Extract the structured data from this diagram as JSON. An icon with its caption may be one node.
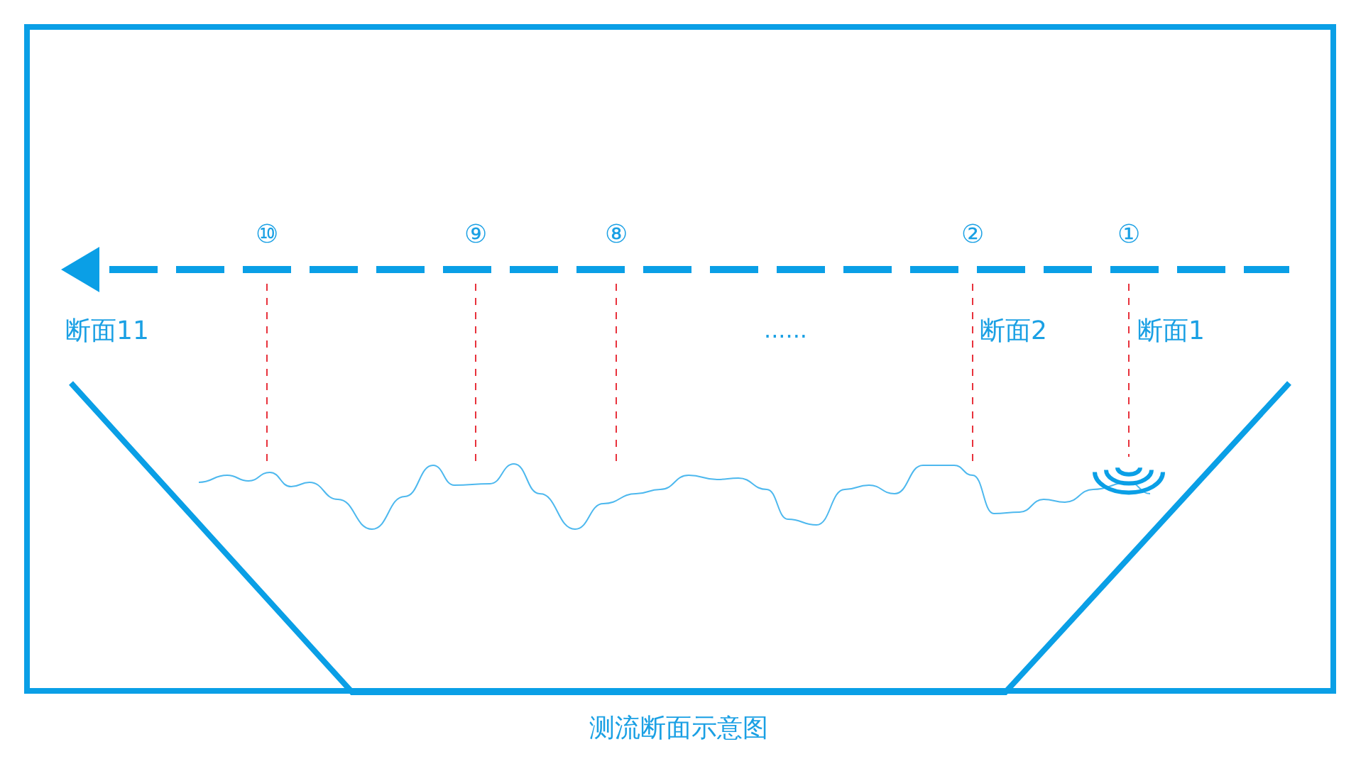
{
  "diagram": {
    "caption": "测流断面示意图",
    "labels": [
      "⑩",
      "⑨",
      "⑧",
      "②",
      "①",
      "断面11",
      "......",
      "断面2",
      "断面1"
    ]
  }
}
